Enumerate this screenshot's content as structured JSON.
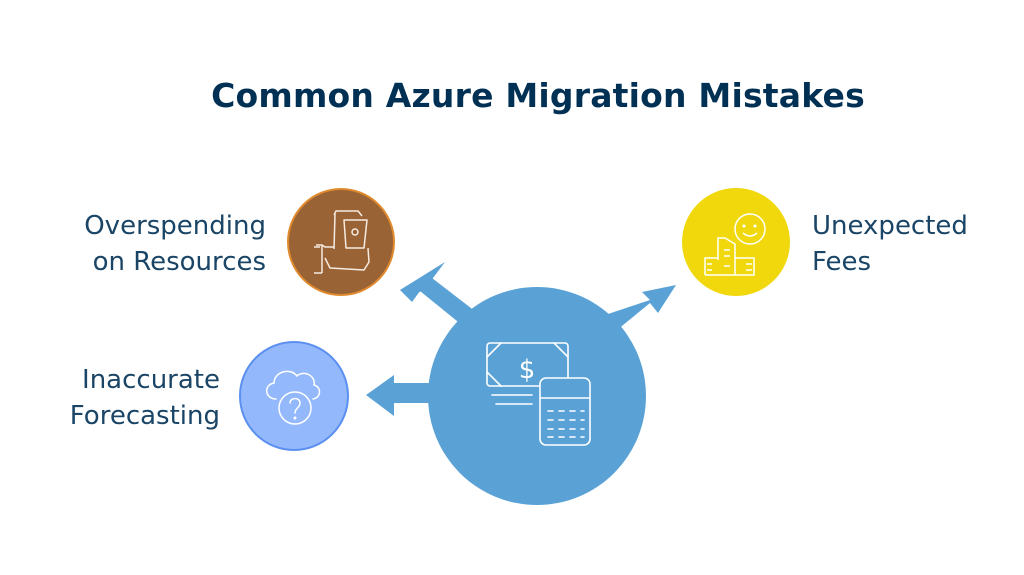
{
  "title": "Common Azure Migration Mistakes",
  "center": {
    "icon": "money-calculator-icon",
    "color": "#5aa2d6"
  },
  "nodes": [
    {
      "label_line1": "Overspending",
      "label_line2": "on Resources",
      "icon": "hand-holding-money-icon",
      "color": "#9a6336",
      "border": "#e08a2e"
    },
    {
      "label_line1": "Unexpected",
      "label_line2": "Fees",
      "icon": "buildings-smiley-icon",
      "color": "#f0d80c",
      "border": "#f0d80c"
    },
    {
      "label_line1": "Inaccurate",
      "label_line2": "Forecasting",
      "icon": "cloud-question-icon",
      "color": "#93b8fb",
      "border": "#5b8ff0"
    }
  ]
}
